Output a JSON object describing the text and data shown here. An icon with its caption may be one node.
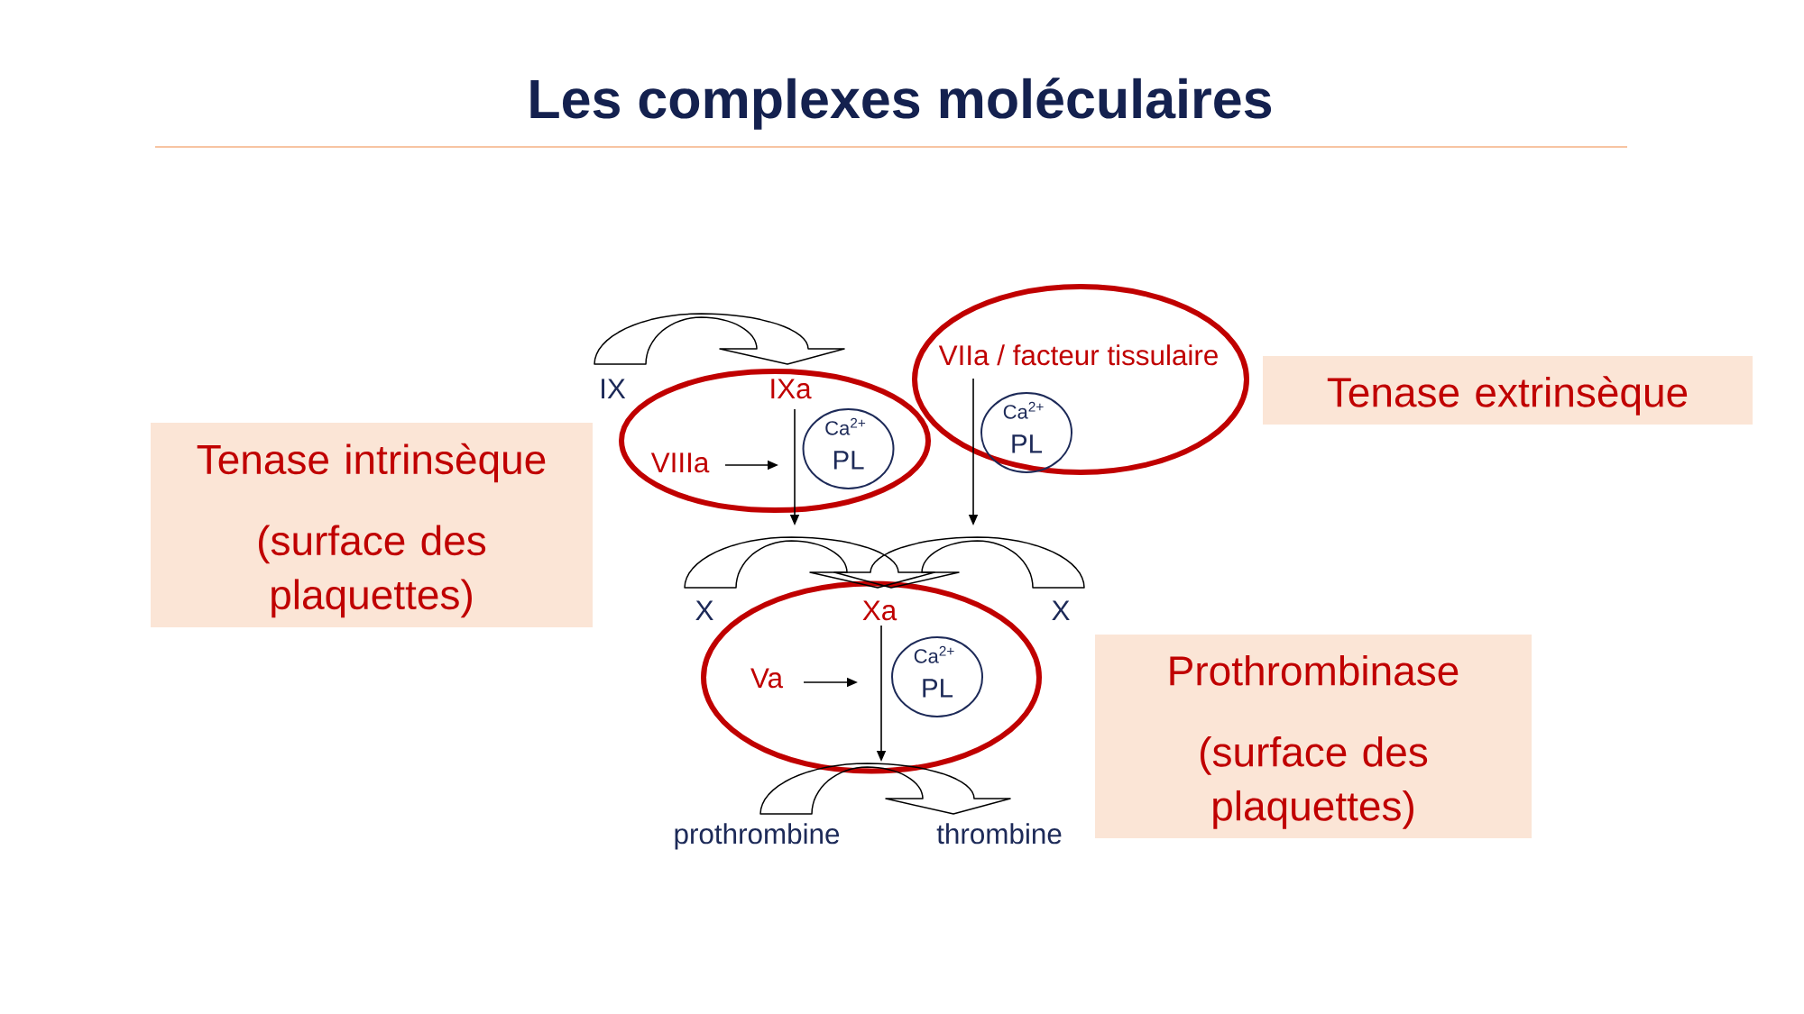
{
  "diagram": {
    "title": "Les complexes moléculaires",
    "nodes": [
      {
        "text": [
          "IX"
        ]
      },
      {
        "text": [],
        "shape": "ellipse"
      },
      {
        "text": [
          "IXa"
        ],
        "in": 1
      },
      {
        "text": [
          "VIIIa"
        ],
        "in": 1
      },
      {
        "text": [
          "Ca$^{2+}$",
          "PL"
        ],
        "in": 1
      },
      {
        "text": [],
        "shape": "ellipse"
      },
      {
        "text": [
          "VIIa / facteur tissulaire"
        ],
        "in": 5
      },
      {
        "text": [
          "Ca$^{2+}$",
          "PL"
        ],
        "in": 5
      },
      {
        "text": [
          "Tenase extrinsèque"
        ]
      },
      {
        "text": [
          "Tenase intrinsèque",
          "(surface des plaquettes)"
        ]
      },
      {
        "text": [
          "X"
        ]
      },
      {
        "text": [],
        "shape": "ellipse"
      },
      {
        "text": [
          "Xa"
        ],
        "in": 11
      },
      {
        "text": [
          "X"
        ]
      },
      {
        "text": [
          "Va"
        ],
        "in": 11
      },
      {
        "text": [
          "Ca$^{2+}$",
          "PL"
        ],
        "in": 11
      },
      {
        "text": [
          "Prothrombinase",
          "(surface des plaquettes)"
        ]
      },
      {
        "text": [
          "prothrombine"
        ]
      },
      {
        "text": [
          "thrombine"
        ]
      }
    ],
    "edges": [
      {
        "from": 0,
        "to": 2,
        "arrow": "to"
      },
      {
        "from": 10,
        "to": 12,
        "arrow": "to"
      },
      {
        "from": 13,
        "to": 12,
        "arrow": "to"
      },
      {
        "from": 17,
        "to": 18,
        "arrow": "to"
      },
      {
        "from": 2,
        "to": null,
        "arrow": "to"
      },
      {
        "from": 6,
        "to": null,
        "arrow": "to"
      },
      {
        "from": 3,
        "to": null,
        "arrow": "to"
      },
      {
        "from": 14,
        "to": null,
        "arrow": "to"
      },
      {
        "from": 12,
        "to": null,
        "arrow": "to"
      }
    ]
  }
}
